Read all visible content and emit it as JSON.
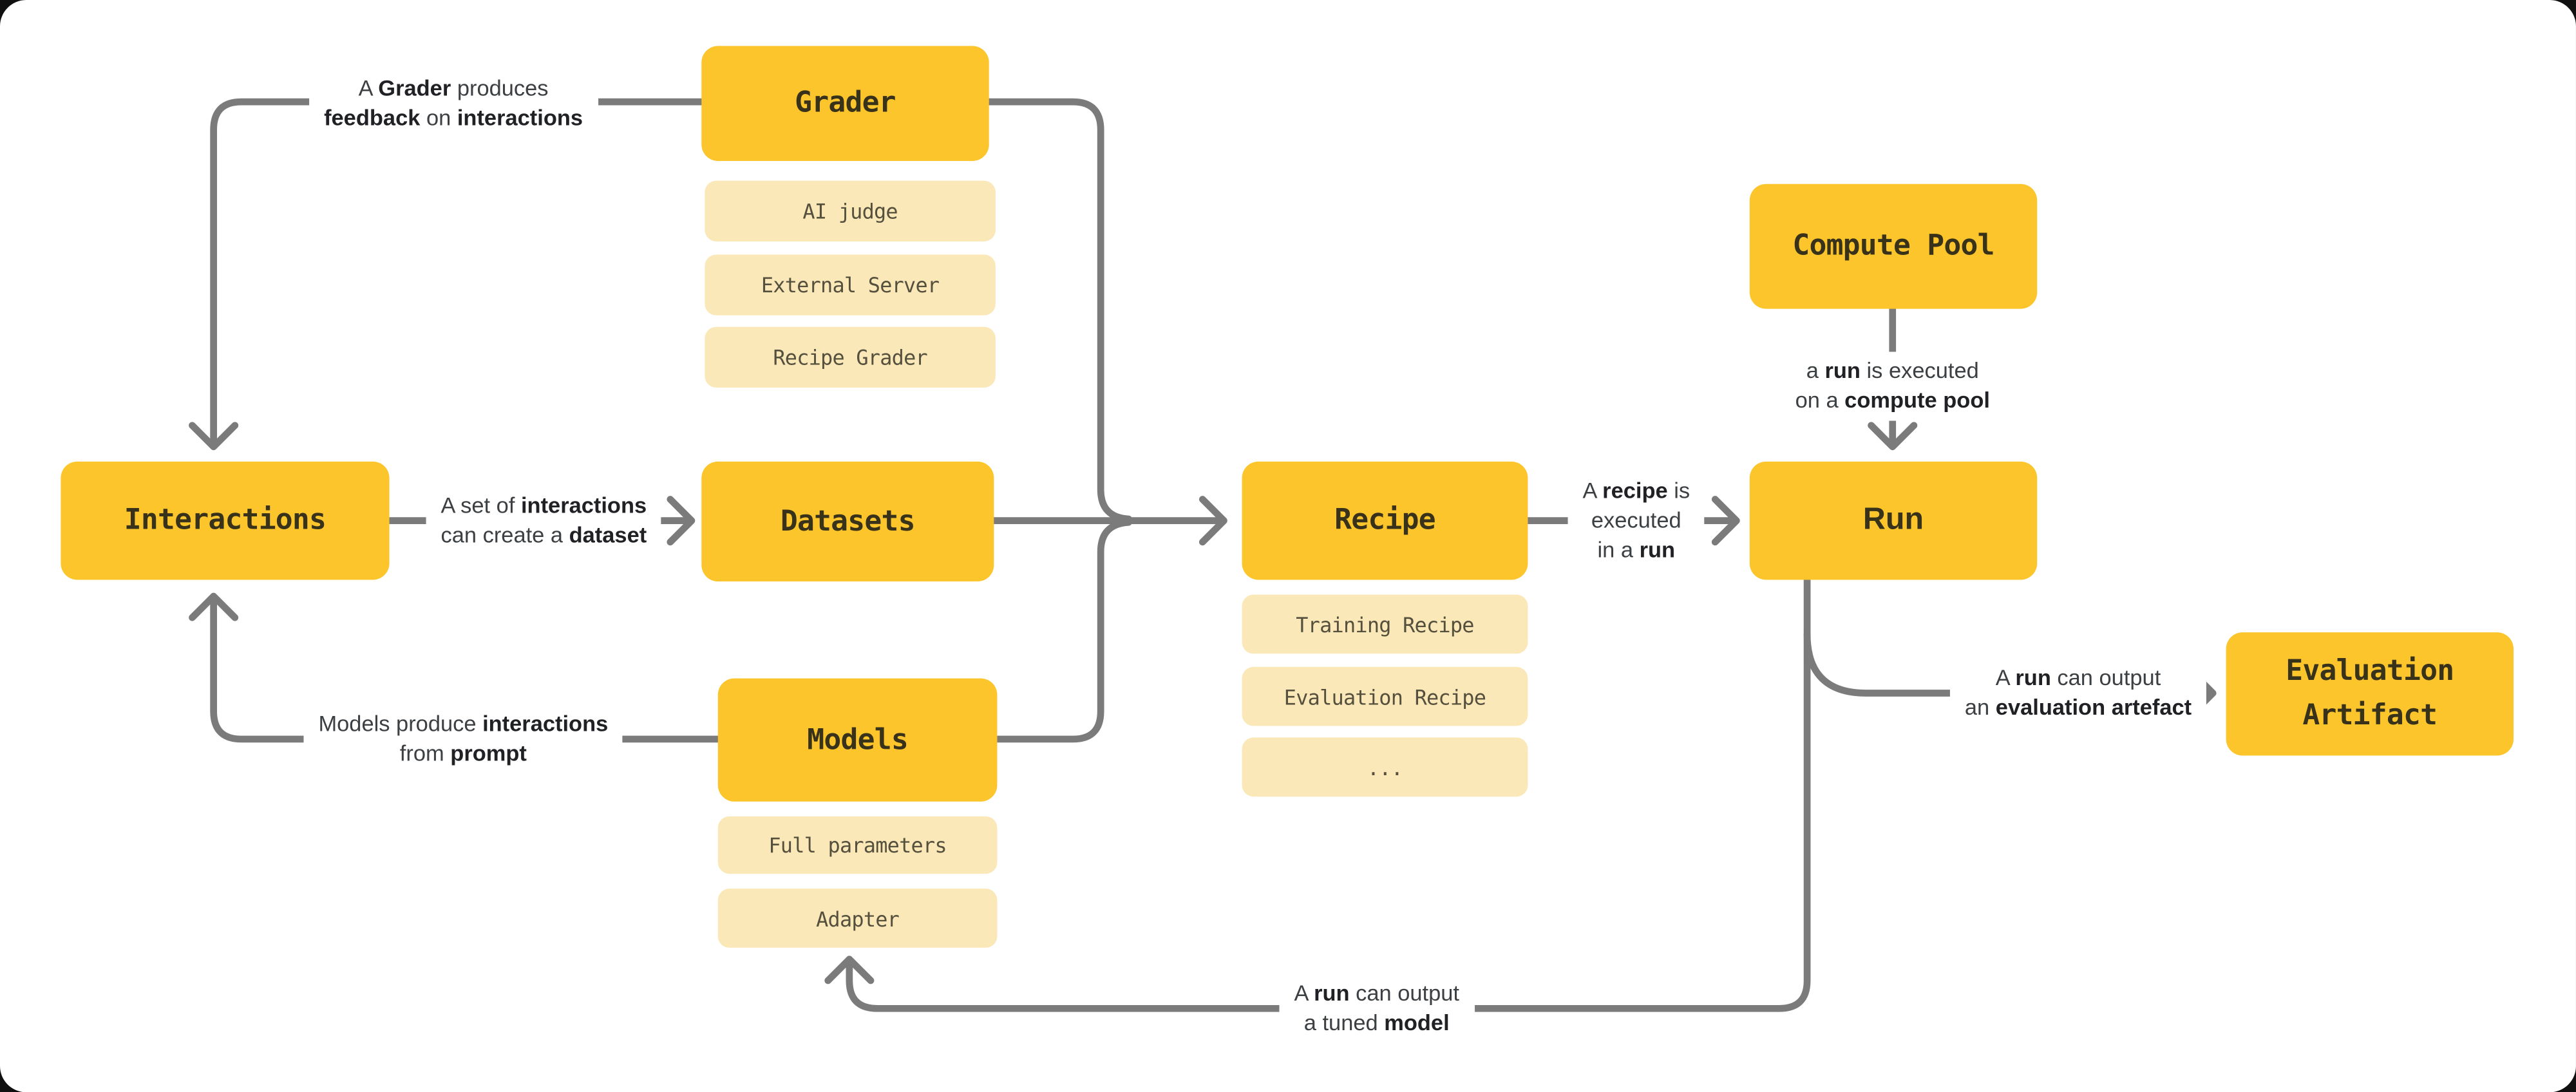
{
  "canvas": {
    "background": "#ffffff",
    "accent_yellow": "#FCC52B",
    "light_yellow": "#FBE8B8",
    "line_gray": "#7B7B7B",
    "title_text": "#38321A",
    "label_text": "#3C4043"
  },
  "boxes": {
    "grader": {
      "title": "Grader",
      "variants": [
        "AI judge",
        "External Server",
        "Recipe Grader"
      ]
    },
    "interactions": {
      "title": "Interactions"
    },
    "datasets": {
      "title": "Datasets"
    },
    "models": {
      "title": "Models",
      "variants": [
        "Full parameters",
        "Adapter"
      ]
    },
    "recipe": {
      "title": "Recipe",
      "variants": [
        "Training Recipe",
        "Evaluation Recipe",
        "..."
      ]
    },
    "compute_pool": {
      "title": "Compute Pool"
    },
    "run": {
      "title": "Run"
    },
    "evaluation_artifact": {
      "title": "Evaluation Artifact"
    }
  },
  "edge_labels": {
    "grader_feedback": {
      "lines": [
        [
          {
            "t": "A "
          },
          {
            "t": "Grader",
            "b": 1
          },
          {
            "t": " produces"
          }
        ],
        [
          {
            "t": "feedback",
            "b": 1
          },
          {
            "t": " on "
          },
          {
            "t": "interactions",
            "b": 1
          }
        ]
      ]
    },
    "dataset_creation": {
      "lines": [
        [
          {
            "t": "A set of "
          },
          {
            "t": "interactions",
            "b": 1
          }
        ],
        [
          {
            "t": "can create a "
          },
          {
            "t": "dataset",
            "b": 1
          }
        ]
      ]
    },
    "models_produce": {
      "lines": [
        [
          {
            "t": "Models produce "
          },
          {
            "t": "interactions",
            "b": 1
          }
        ],
        [
          {
            "t": "from "
          },
          {
            "t": "prompt",
            "b": 1
          }
        ]
      ]
    },
    "recipe_executed": {
      "lines": [
        [
          {
            "t": "A "
          },
          {
            "t": "recipe",
            "b": 1
          },
          {
            "t": " is"
          }
        ],
        [
          {
            "t": "executed"
          }
        ],
        [
          {
            "t": "in a "
          },
          {
            "t": "run",
            "b": 1
          }
        ]
      ]
    },
    "run_on_pool": {
      "lines": [
        [
          {
            "t": "a "
          },
          {
            "t": "run",
            "b": 1
          },
          {
            "t": " is executed"
          }
        ],
        [
          {
            "t": "on a "
          },
          {
            "t": "compute pool",
            "b": 1
          }
        ]
      ]
    },
    "run_eval_artifact": {
      "lines": [
        [
          {
            "t": "A "
          },
          {
            "t": "run",
            "b": 1
          },
          {
            "t": " can output"
          }
        ],
        [
          {
            "t": "an "
          },
          {
            "t": "evaluation artefact",
            "b": 1
          }
        ]
      ]
    },
    "run_tuned_model": {
      "lines": [
        [
          {
            "t": "A "
          },
          {
            "t": "run",
            "b": 1
          },
          {
            "t": " can output"
          }
        ],
        [
          {
            "t": "a tuned "
          },
          {
            "t": "model",
            "b": 1
          }
        ]
      ]
    }
  },
  "edges": [
    {
      "from": "grader",
      "to": "interactions",
      "label": "grader_feedback"
    },
    {
      "from": "interactions",
      "to": "datasets",
      "label": "dataset_creation"
    },
    {
      "from": "models",
      "to": "interactions",
      "label": "models_produce"
    },
    {
      "from": "grader",
      "to": "recipe"
    },
    {
      "from": "datasets",
      "to": "recipe"
    },
    {
      "from": "models",
      "to": "recipe"
    },
    {
      "from": "recipe",
      "to": "run",
      "label": "recipe_executed"
    },
    {
      "from": "compute_pool",
      "to": "run",
      "label": "run_on_pool"
    },
    {
      "from": "run",
      "to": "evaluation_artifact",
      "label": "run_eval_artifact"
    },
    {
      "from": "run",
      "to": "models_adapter",
      "label": "run_tuned_model"
    }
  ]
}
